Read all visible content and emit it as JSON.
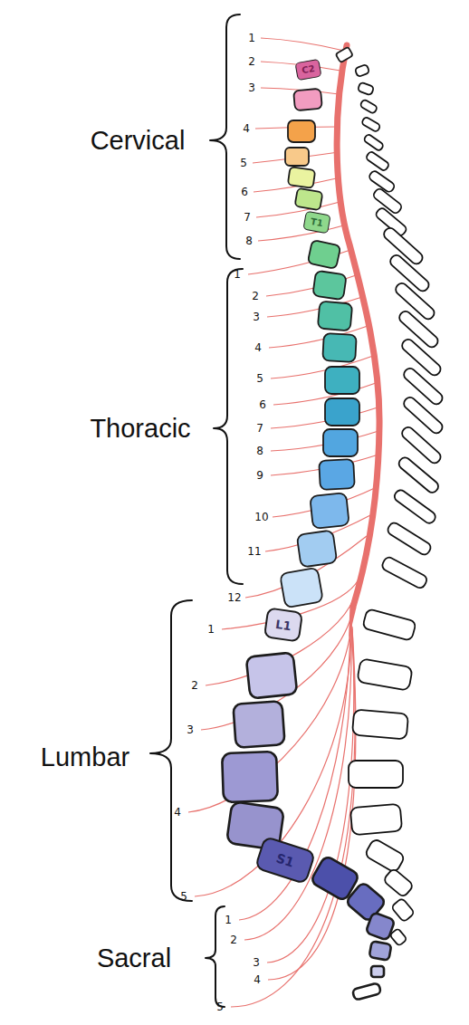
{
  "diagram": {
    "nodes": [
      {
        "text": [
          "C2"
        ]
      },
      {
        "text": [
          "T1"
        ]
      },
      {
        "text": [
          "L1"
        ]
      },
      {
        "text": [
          "S1"
        ]
      }
    ],
    "labels": [
      "Cervical",
      "1",
      "2",
      "3",
      "4",
      "5",
      "6",
      "7",
      "8",
      "Thoracic",
      "1",
      "2",
      "3",
      "4",
      "5",
      "6",
      "7",
      "8",
      "9",
      "10",
      "11",
      "12",
      "Lumbar",
      "1",
      "2",
      "3",
      "4",
      "5",
      "Sacral",
      "1",
      "2",
      "3",
      "4",
      "5"
    ]
  }
}
